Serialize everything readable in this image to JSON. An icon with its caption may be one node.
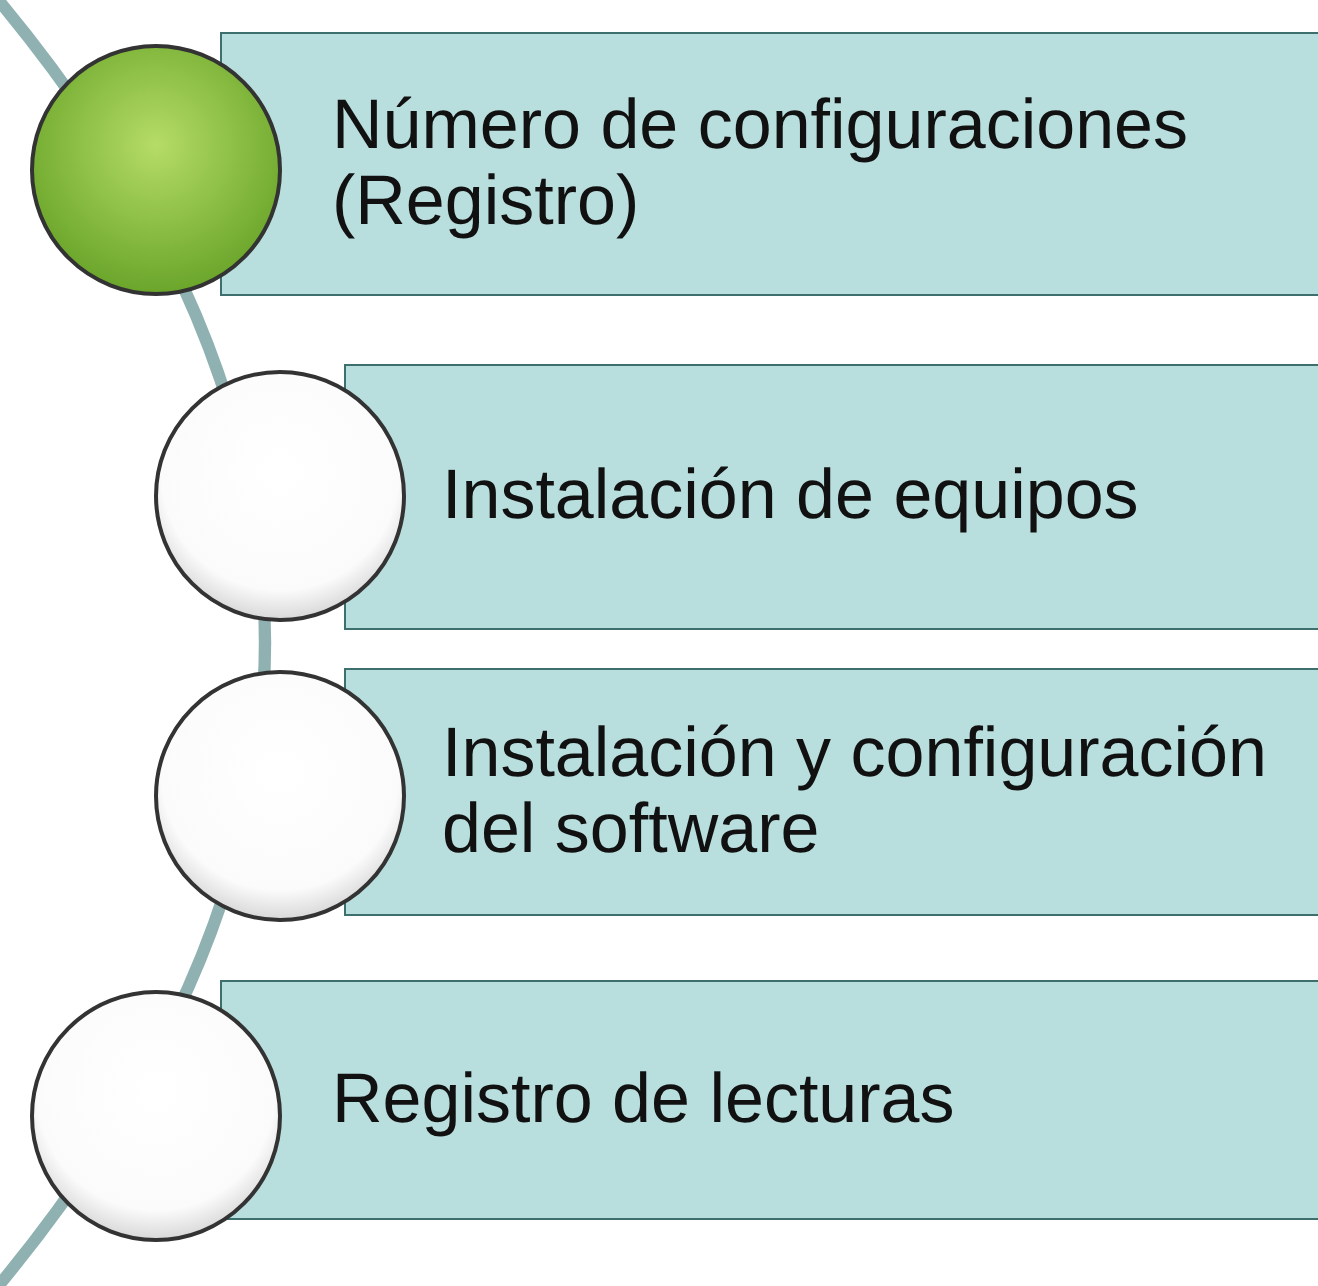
{
  "diagram": {
    "nodes": [
      {
        "text": [
          "Número de configuraciones (Registro)"
        ]
      },
      {
        "text": [
          "Instalación de equipos"
        ]
      },
      {
        "text": [
          "Instalación y configuración del software"
        ]
      },
      {
        "text": [
          "Registro de lecturas"
        ]
      },
      {
        "text": [],
        "shape": "circle"
      },
      {
        "text": [],
        "shape": "circle"
      },
      {
        "text": [],
        "shape": "circle"
      },
      {
        "text": [],
        "shape": "circle"
      }
    ]
  }
}
